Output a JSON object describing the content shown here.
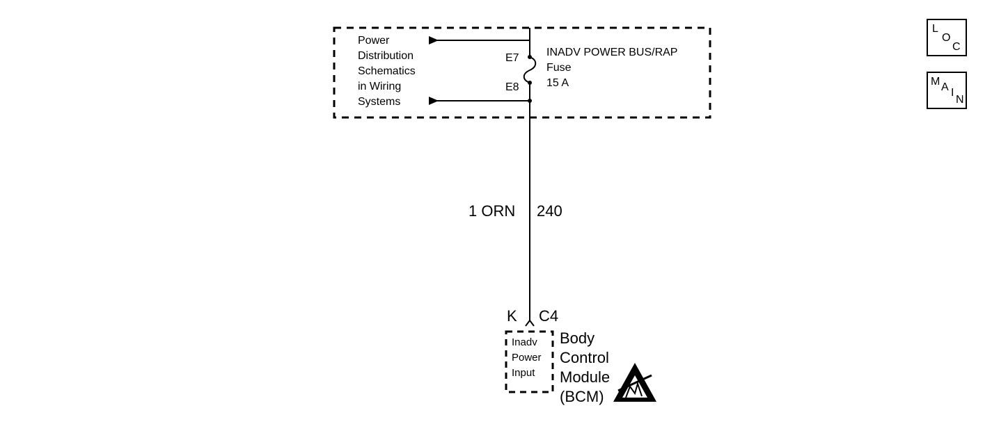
{
  "nav": {
    "loc": {
      "l1": "L",
      "l2": "O",
      "l3": "C"
    },
    "main": {
      "l1": "M",
      "l2": "A",
      "l3": "I",
      "l4": "N"
    }
  },
  "power_dist": {
    "line1": "Power",
    "line2": "Distribution",
    "line3": "Schematics",
    "line4": "in Wiring",
    "line5": "Systems"
  },
  "fuse": {
    "name": "INADV POWER BUS/RAP",
    "type": "Fuse",
    "rating": "15 A",
    "terminal_top": "E7",
    "terminal_bottom": "E8"
  },
  "wire": {
    "color_code": "1 ORN",
    "circuit": "240"
  },
  "connector": {
    "pin": "K",
    "id": "C4"
  },
  "bcm_input": {
    "line1": "Inadv",
    "line2": "Power",
    "line3": "Input"
  },
  "module": {
    "line1": "Body",
    "line2": "Control",
    "line3": "Module",
    "line4": "(BCM)"
  },
  "icons": {
    "esd": "esd-warning-icon"
  }
}
